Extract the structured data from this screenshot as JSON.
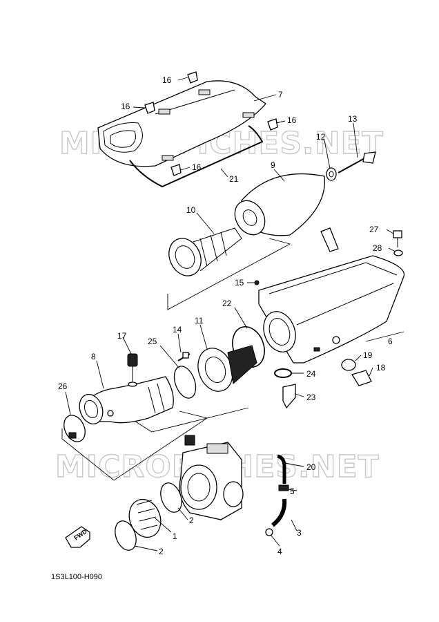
{
  "watermark": "MICROFICHES.NET",
  "diagram_code": "1S3L100-H090",
  "fwd_label": "FWD",
  "labels": {
    "l1": "1",
    "l2a": "2",
    "l2b": "2",
    "l3": "3",
    "l4": "4",
    "l5": "5",
    "l6": "6",
    "l7": "7",
    "l8": "8",
    "l9": "9",
    "l10": "10",
    "l11": "11",
    "l12": "12",
    "l13": "13",
    "l14": "14",
    "l15": "15",
    "l16a": "16",
    "l16b": "16",
    "l16c": "16",
    "l16d": "16",
    "l17": "17",
    "l18": "18",
    "l19": "19",
    "l20": "20",
    "l21": "21",
    "l22": "22",
    "l23": "23",
    "l24": "24",
    "l25": "25",
    "l26": "26",
    "l27": "27",
    "l28": "28"
  }
}
